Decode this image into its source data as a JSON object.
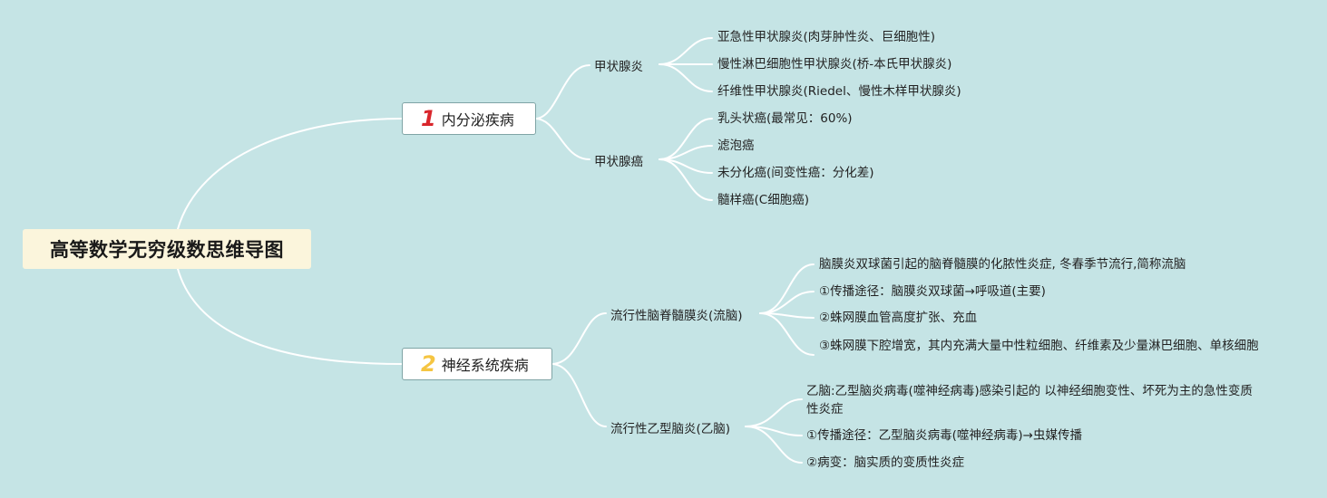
{
  "root": {
    "title": "高等数学无穷级数思维导图"
  },
  "branches": [
    {
      "number": "1",
      "number_color": "#d9262c",
      "label": "内分泌疾病",
      "children": [
        {
          "label": "甲状腺炎",
          "items": [
            "亚急性甲状腺炎(肉芽肿性炎、巨细胞性)",
            "慢性淋巴细胞性甲状腺炎(桥-本氏甲状腺炎)",
            "纤维性甲状腺炎(Riedel、慢性木样甲状腺炎)"
          ]
        },
        {
          "label": "甲状腺癌",
          "items": [
            "乳头状癌(最常见：60%)",
            "滤泡癌",
            "未分化癌(间变性癌：分化差)",
            "髓样癌(C细胞癌)"
          ]
        }
      ]
    },
    {
      "number": "2",
      "number_color": "#f5c542",
      "label": "神经系统疾病",
      "children": [
        {
          "label": "流行性脑脊髓膜炎(流脑)",
          "items": [
            "脑膜炎双球菌引起的脑脊髓膜的化脓性炎症, 冬春季节流行,简称流脑",
            "①传播途径：脑膜炎双球菌→呼吸道(主要)",
            "②蛛网膜血管高度扩张、充血",
            "③蛛网膜下腔增宽，其内充满大量中性粒细胞、纤维素及少量淋巴细胞、单核细胞"
          ]
        },
        {
          "label": "流行性乙型脑炎(乙脑)",
          "items": [
            "乙脑:乙型脑炎病毒(噬神经病毒)感染引起的 以神经细胞变性、坏死为主的急性变质性炎症",
            "①传播途径：乙型脑炎病毒(噬神经病毒)→虫媒传播",
            "②病变：脑实质的变质性炎症"
          ]
        }
      ]
    }
  ]
}
